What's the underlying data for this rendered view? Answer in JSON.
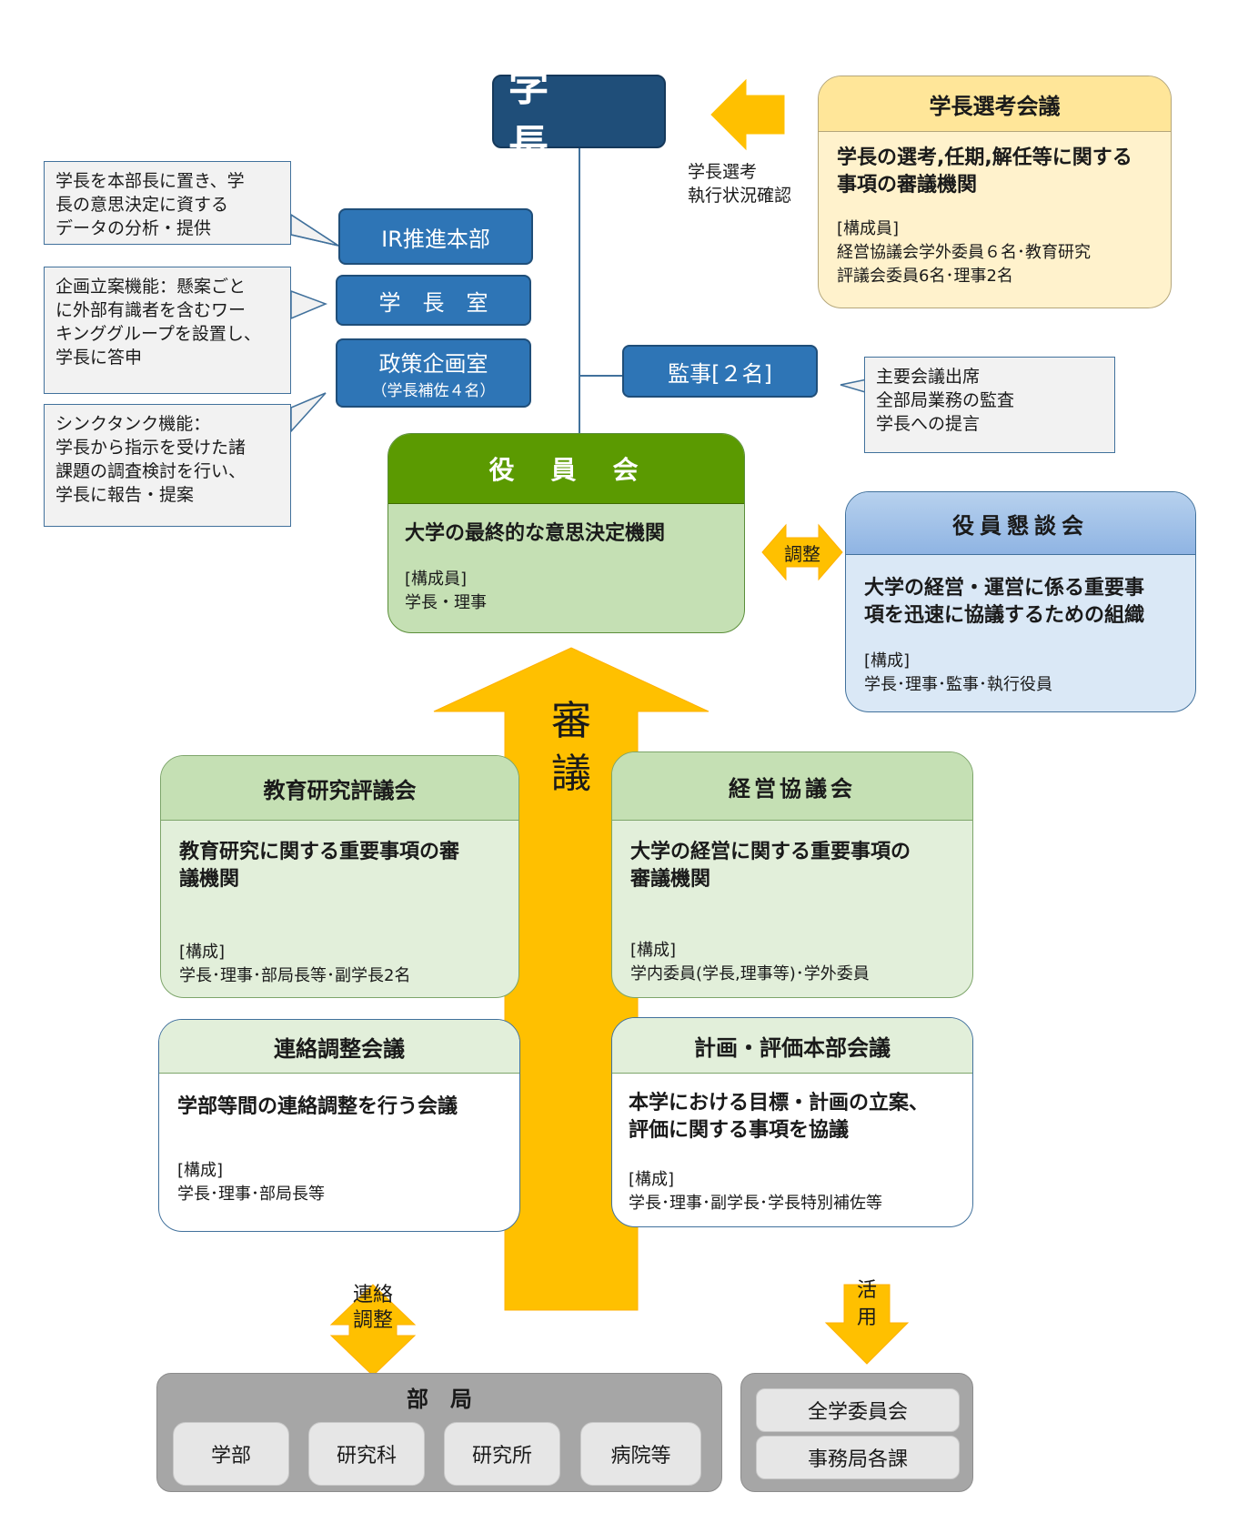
{
  "president": "学　長",
  "selection_council": {
    "title": "学長選考会議",
    "desc": [
      "学長の選考,任期,解任等に関する",
      "事項の審議機関"
    ],
    "label": "[構成員]",
    "members": [
      "経営協議会学外委員６名･教育研究",
      "評議会委員6名･理事2名"
    ]
  },
  "selection_arrow_caption": [
    "学長選考",
    "執行状況確認"
  ],
  "ir_office": "IR推進本部",
  "presidents_office": "学　長　室",
  "policy_office": {
    "title": "政策企画室",
    "sub": "（学長補佐４名）"
  },
  "auditor": "監事[２名]",
  "callouts": {
    "ir": [
      "学長を本部長に置き、学",
      "長の意思決定に資する",
      "データの分析・提供"
    ],
    "office": [
      "企画立案機能：懸案ごと",
      "に外部有識者を含むワー",
      "キンググループを設置し、",
      "学長に答申"
    ],
    "policy": [
      "シンクタンク機能：",
      "学長から指示を受けた諸",
      "課題の調査検討を行い、",
      "学長に報告・提案"
    ],
    "auditor": [
      "主要会議出席",
      "全部局業務の監査",
      "学長への提言"
    ]
  },
  "board": {
    "title": "役　員　会",
    "desc": "大学の最終的な意思決定機関",
    "label": "[構成員]",
    "members": "学長・理事"
  },
  "coord_arrow_label": "調整",
  "executive_meeting": {
    "title": "役員懇談会",
    "desc": [
      "大学の経営・運営に係る重要事",
      "項を迅速に協議するための組織"
    ],
    "label": "[構成]",
    "members": "学長･理事･監事･執行役員"
  },
  "deliberation_label": [
    "審",
    "議"
  ],
  "education_council": {
    "title": "教育研究評議会",
    "desc": [
      "教育研究に関する重要事項の審",
      "議機関"
    ],
    "label": "[構成]",
    "members": "学長･理事･部局長等･副学長2名"
  },
  "management_council": {
    "title": "経営協議会",
    "desc": [
      "大学の経営に関する重要事項の",
      "審議機関"
    ],
    "label": "[構成]",
    "members": "学内委員(学長,理事等)･学外委員"
  },
  "liaison_meeting": {
    "title": "連絡調整会議",
    "desc": "学部等間の連絡調整を行う会議",
    "label": "[構成]",
    "members": "学長･理事･部局長等"
  },
  "planning_meeting": {
    "title": "計画・評価本部会議",
    "desc": [
      "本学における目標・計画の立案、",
      "評価に関する事項を協議"
    ],
    "label": "[構成]",
    "members": "学長･理事･副学長･学長特別補佐等"
  },
  "liaison_arrow_label": [
    "連絡",
    "調整"
  ],
  "use_arrow_label": [
    "活",
    "用"
  ],
  "departments": {
    "title": "部　局",
    "items": [
      "学部",
      "研究科",
      "研究所",
      "病院等"
    ]
  },
  "committees": [
    "全学委員会",
    "事務局各課"
  ],
  "colors": {
    "navy": "#1f4e79",
    "blue": "#2e75b6",
    "green_header": "#5b9a01",
    "green_light": "#c5e0b4",
    "green_pale": "#e2efda",
    "yellow_arrow": "#ffc000",
    "cream": "#fff2cc",
    "cream_header": "#ffe699",
    "light_blue": "#dae8f6",
    "gray": "#a6a6a6"
  }
}
